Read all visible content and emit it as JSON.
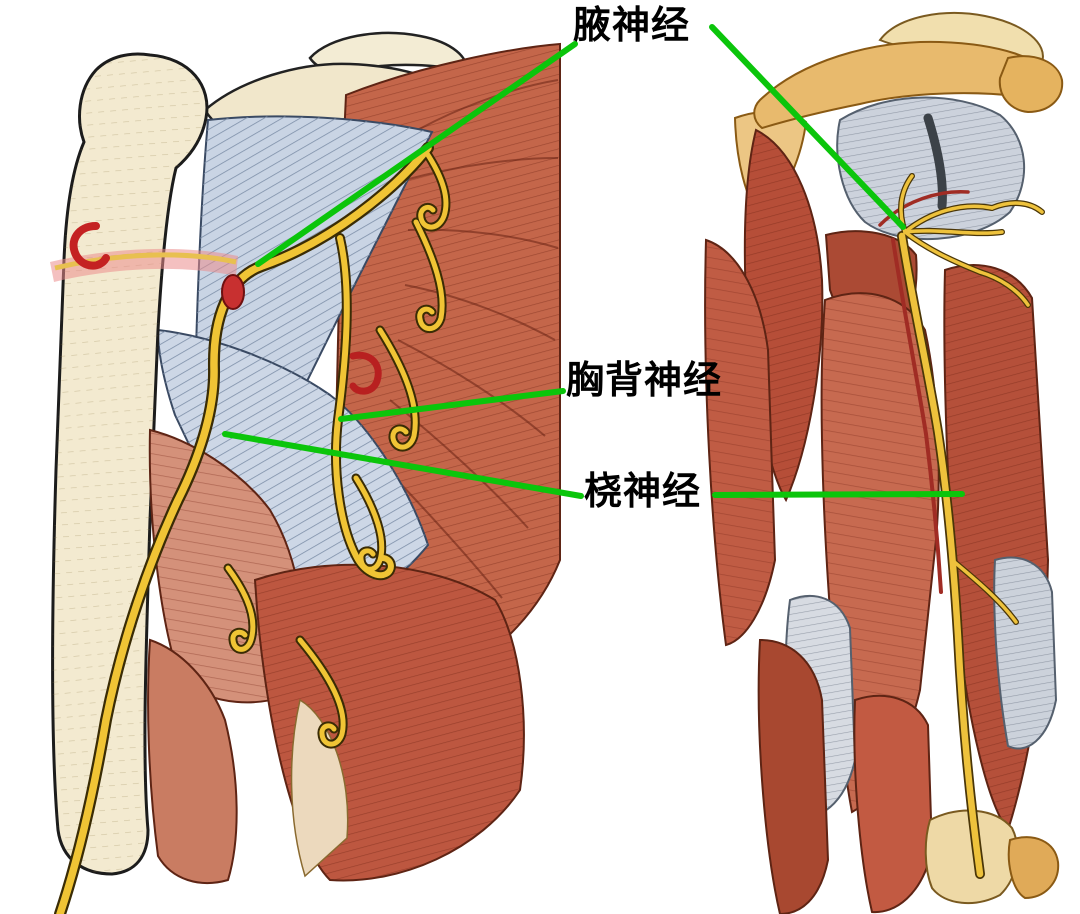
{
  "diagram": {
    "description_domain": "anatomy-illustration",
    "labels": {
      "axillary": {
        "text": "腋神经"
      },
      "thoracodorsal": {
        "text": "胸背神经"
      },
      "radial": {
        "text": "桡神经"
      }
    },
    "colors": {
      "leader": "#0bc50b",
      "nerve_yellow": "#f0c435",
      "nerve_outline": "#3a2c05",
      "artery_red": "#a02c24",
      "bone_cream": "#f3ead0",
      "muscle_red": "#c4664a",
      "muscle_blue": "#c9d4e4",
      "capsule_grey": "#ccd2dc",
      "background": "#ffffff"
    }
  }
}
